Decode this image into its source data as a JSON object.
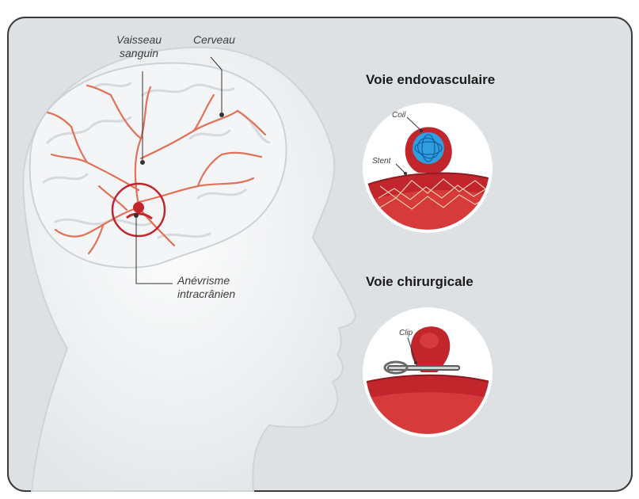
{
  "labels": {
    "vaisseau": "Vaisseau",
    "sanguin": "sanguin",
    "cerveau": "Cerveau",
    "anevrisme": "Anévrisme",
    "intracranien": "intracrânien"
  },
  "endovascular": {
    "title": "Voie endovasculaire",
    "coil_label": "Coil",
    "stent_label": "Stent"
  },
  "surgical": {
    "title": "Voie chirurgicale",
    "clip_label": "Clip"
  },
  "colors": {
    "background": "#dde1e4",
    "frame": "#3a3a3a",
    "vessel": "#c0262c",
    "artery_network": "#e2715a",
    "coil": "#2f9fe0",
    "head_silhouette": "#eef0f2",
    "brain": "#f4f5f6"
  },
  "icons": [
    "head-profile-illustration",
    "brain-illustration",
    "aneurysm-coil-illustration",
    "aneurysm-clip-illustration"
  ]
}
